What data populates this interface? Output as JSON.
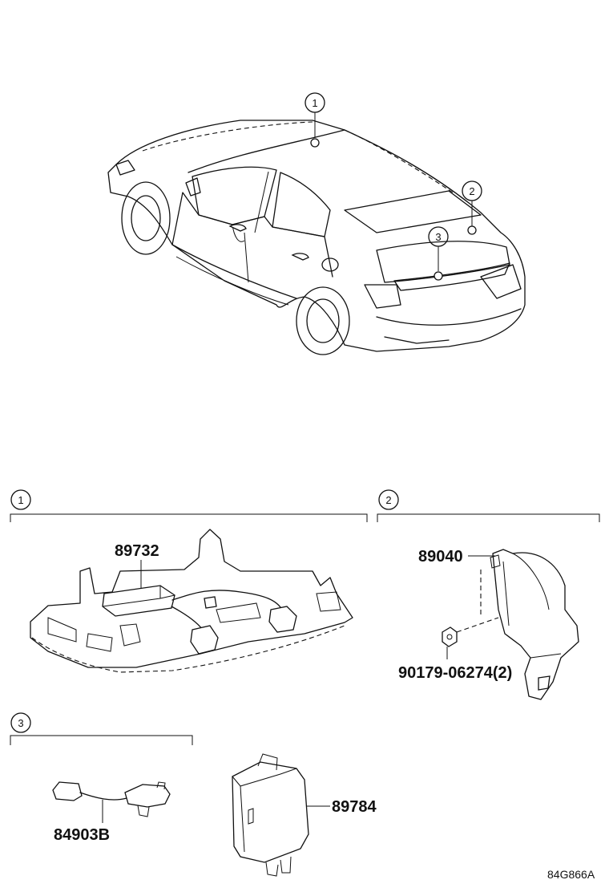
{
  "callouts": {
    "c1": "1",
    "c2": "2",
    "c3": "3"
  },
  "sections": {
    "s1": "1",
    "s2": "2",
    "s3": "3"
  },
  "parts": {
    "p89732": "89732",
    "p89040": "89040",
    "p90179": "90179-06274(2)",
    "p84903B": "84903B",
    "p89784": "89784"
  },
  "diagram_ref": "84G866A"
}
